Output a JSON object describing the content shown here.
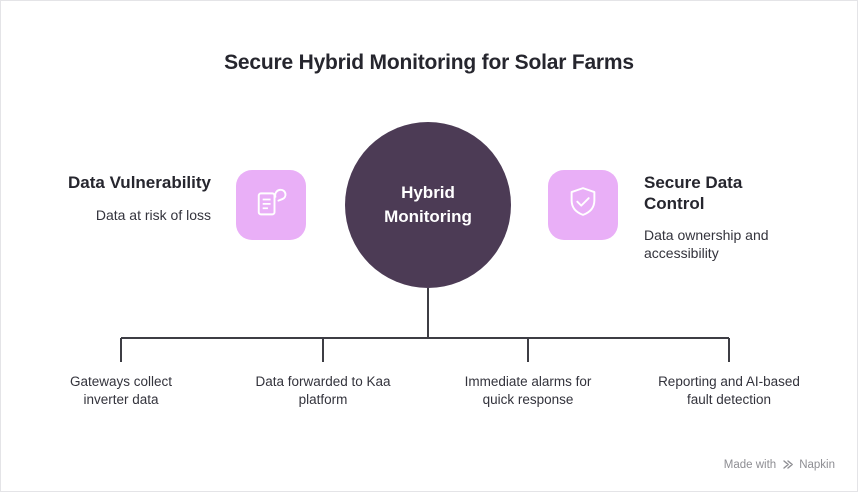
{
  "title": "Secure Hybrid Monitoring for Solar Farms",
  "center_node": {
    "label": "Hybrid Monitoring"
  },
  "left_node": {
    "heading": "Data Vulnerability",
    "subtext": "Data at risk of loss",
    "icon": "hand-document-icon"
  },
  "right_node": {
    "heading": "Secure Data Control",
    "subtext": "Data ownership and accessibility",
    "icon": "shield-check-icon"
  },
  "bottom_items": [
    {
      "label": "Gateways collect inverter data"
    },
    {
      "label": "Data forwarded to Kaa platform"
    },
    {
      "label": "Immediate alarms for quick response"
    },
    {
      "label": "Reporting and AI-based fault detection"
    }
  ],
  "footer": {
    "made_with": "Made with",
    "brand": "Napkin"
  },
  "colors": {
    "circle": "#4c3b55",
    "icon_bg": "#e9aff7",
    "line": "#3d3d44",
    "title_text": "#26262e",
    "body_text": "#33333c",
    "muted_text": "#8e8e93",
    "border_color": "#e4e4e7"
  }
}
